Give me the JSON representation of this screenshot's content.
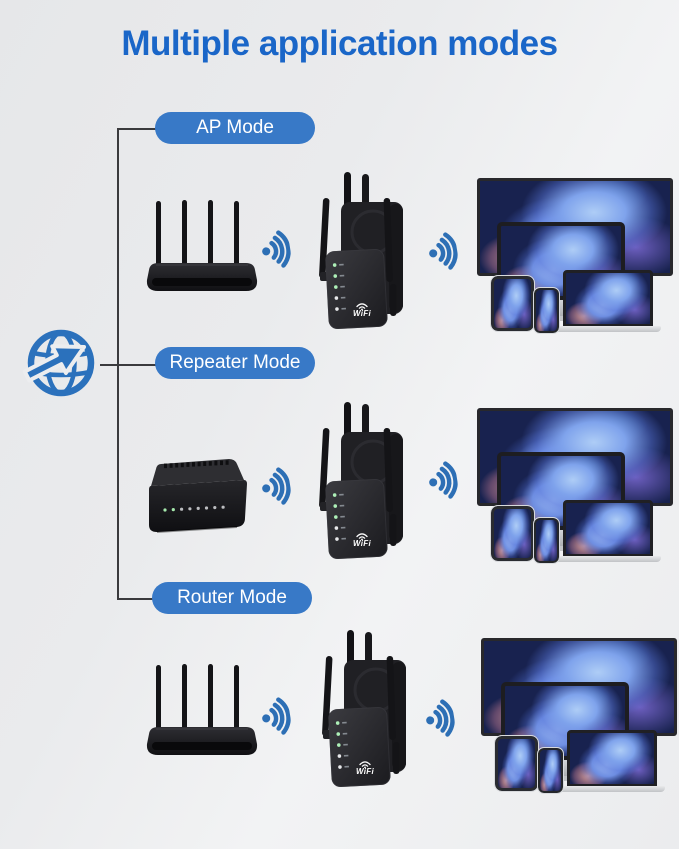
{
  "title": "Multiple application modes",
  "colors": {
    "title_blue": "#1A66C8",
    "pill_blue": "#3879C7",
    "wifi_icon_blue": "#2D6FB5",
    "globe_icon_blue": "#2B71BC",
    "background_gray": "#EBECEE",
    "device_black": "#1B1B1E"
  },
  "internet_source": {
    "icon": "globe-arrow-icon"
  },
  "modes": [
    {
      "label": "AP Mode",
      "source_device": "wired-router",
      "extender": "wifi-repeater",
      "signal_icon": "wifi-signal-icon",
      "client_devices": [
        "tv",
        "monitor",
        "laptop",
        "tablet",
        "phone"
      ]
    },
    {
      "label": "Repeater Mode",
      "source_device": "modem",
      "extender": "wifi-repeater",
      "signal_icon": "wifi-signal-icon",
      "client_devices": [
        "tv",
        "monitor",
        "laptop",
        "tablet",
        "phone"
      ]
    },
    {
      "label": "Router Mode",
      "source_device": "wired-router",
      "extender": "wifi-repeater",
      "signal_icon": "wifi-signal-icon",
      "client_devices": [
        "tv",
        "monitor",
        "laptop",
        "tablet",
        "phone"
      ]
    }
  ],
  "repeater": {
    "brand_label": "WiFi",
    "led_count": 5
  }
}
